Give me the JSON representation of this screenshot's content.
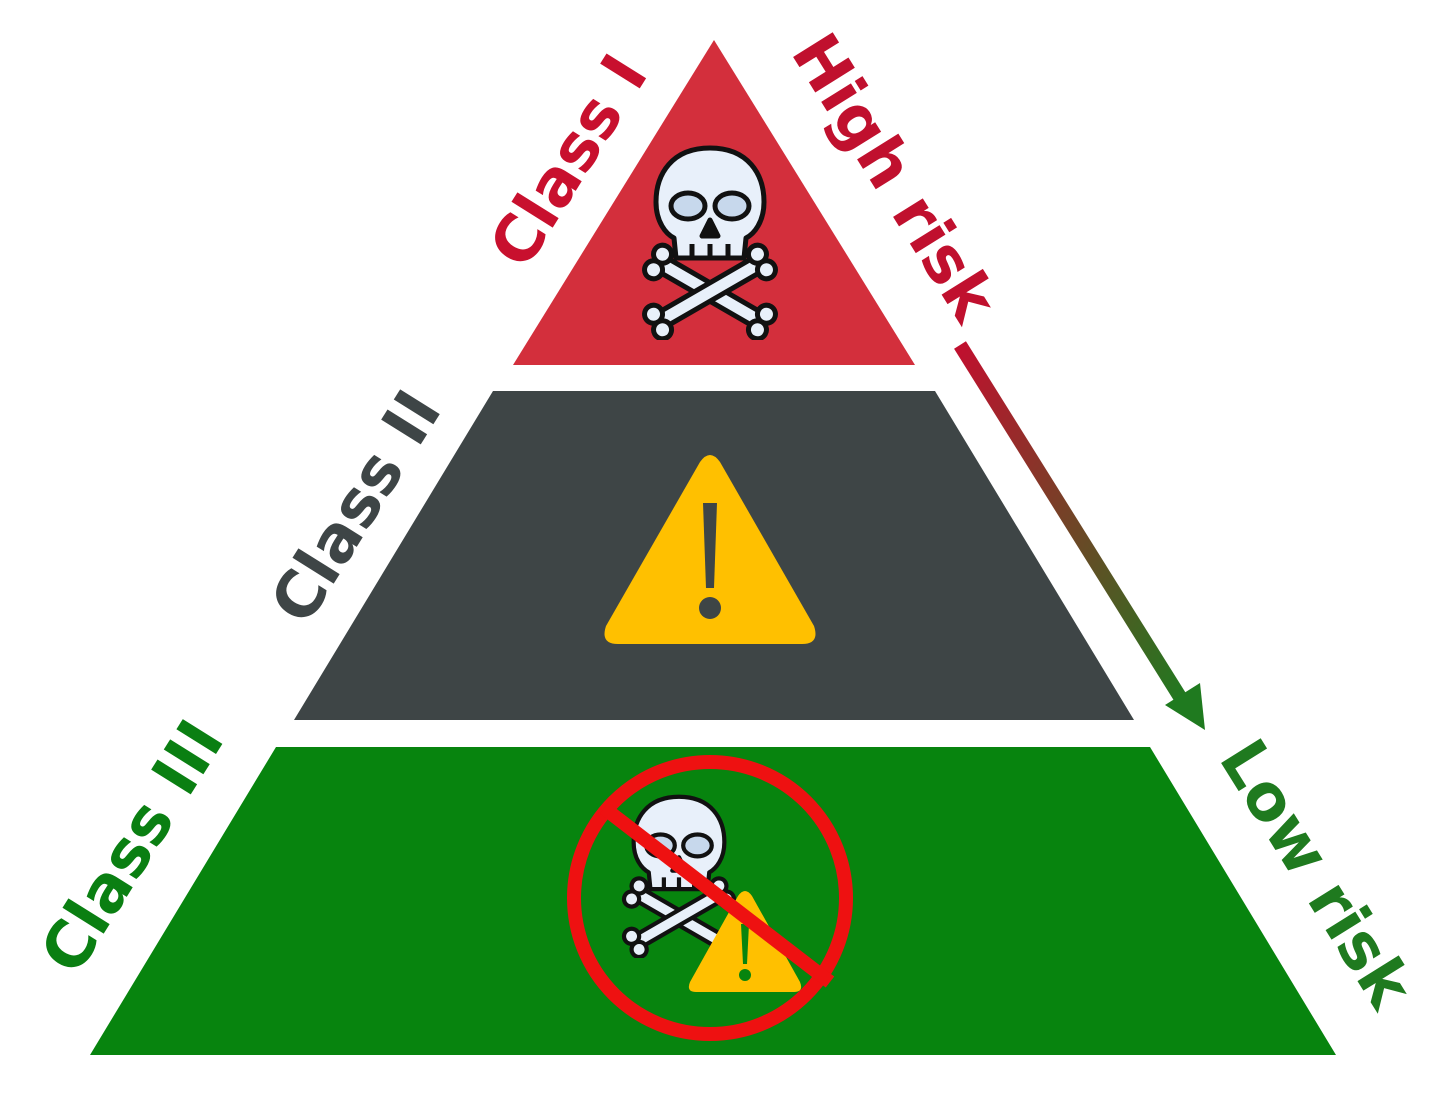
{
  "tiers": [
    {
      "label": "Class I",
      "color": "#d32f3c",
      "label_color": "#c8102e",
      "icon": "skull-crossbones-icon"
    },
    {
      "label": "Class II",
      "color": "#3e4546",
      "label_color": "#3e4546",
      "icon": "warning-triangle-icon"
    },
    {
      "label": "Class III",
      "color": "#07840e",
      "label_color": "#0a7f12",
      "icon": "prohibited-hazard-icon"
    }
  ],
  "risk_scale": {
    "high_label": "High risk",
    "high_color": "#c0102e",
    "low_label": "Low risk",
    "low_color": "#1f7a1f"
  },
  "colors": {
    "warning": "#ffc000",
    "prohibition": "#ee1111",
    "skull_fill": "#e8f0fa",
    "outline": "#111111"
  }
}
